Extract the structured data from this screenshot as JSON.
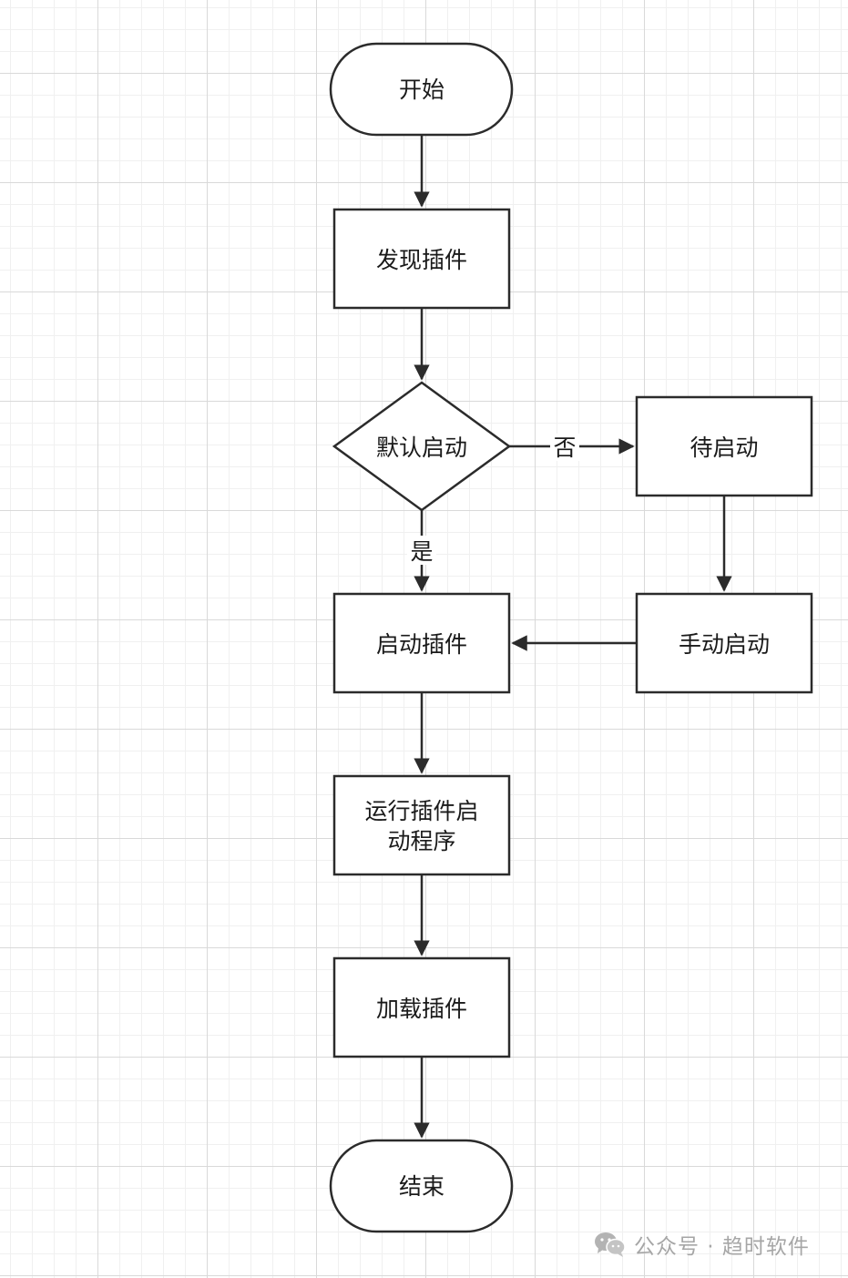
{
  "nodes": {
    "start": "开始",
    "discover": "发现插件",
    "decision": "默认启动",
    "pending": "待启动",
    "launch": "启动插件",
    "manual": "手动启动",
    "run_line1": "运行插件启",
    "run_line2": "动程序",
    "load": "加载插件",
    "end": "结束"
  },
  "edges": {
    "no_label": "否",
    "yes_label": "是"
  },
  "watermark": {
    "icon": "wechat-icon",
    "text": "公众号 · 趋时软件"
  },
  "colors": {
    "stroke": "#2b2b2b",
    "grid": "#d9d9d9",
    "watermark": "#a6a6a6"
  }
}
